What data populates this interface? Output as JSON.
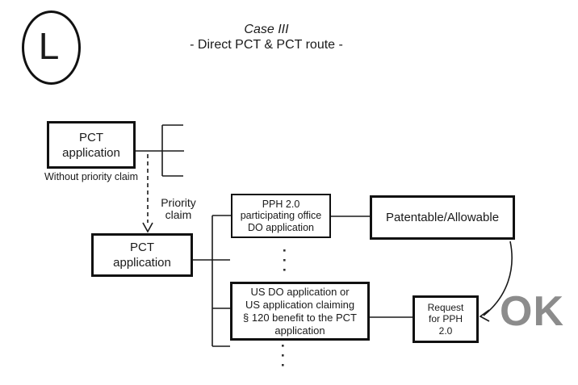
{
  "badge": {
    "letter": "L"
  },
  "title": {
    "line1": "Case III",
    "line2": "- Direct PCT & PCT route -"
  },
  "boxes": {
    "pct_without_priority": {
      "lines": [
        "PCT",
        "application"
      ],
      "caption": "Without priority claim"
    },
    "pct_with_priority": {
      "lines": [
        "PCT",
        "application"
      ]
    },
    "pph_participating_office": {
      "lines": [
        "PPH 2.0",
        "participating office",
        "DO application"
      ]
    },
    "patentable": {
      "lines": [
        "Patentable/Allowable"
      ]
    },
    "us_do": {
      "lines": [
        "US DO application or",
        "US application claiming",
        "§ 120 benefit to the PCT",
        "application"
      ]
    },
    "request_pph": {
      "lines": [
        "Request",
        "for PPH",
        "2.0"
      ]
    }
  },
  "labels": {
    "priority_claim_line1": "Priority",
    "priority_claim_line2": "claim",
    "ok": "OK"
  },
  "colors": {
    "ink": "#1a1a1a",
    "ok_gray": "#8c8c8c"
  }
}
